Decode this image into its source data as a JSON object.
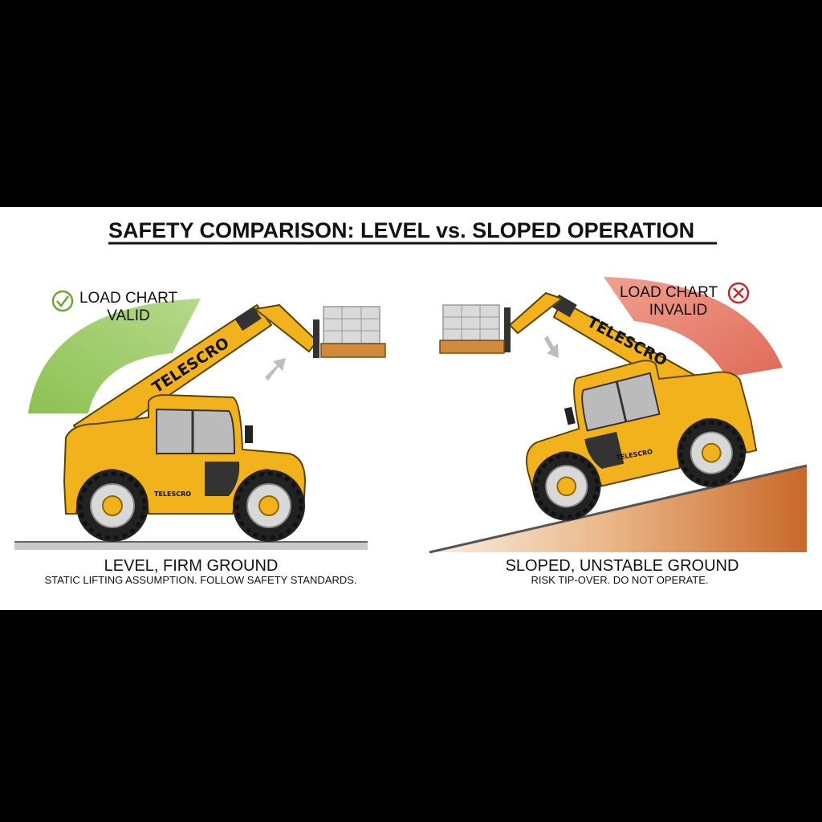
{
  "title": "SAFETY COMPARISON: LEVEL vs. SLOPED OPERATION",
  "left": {
    "status_line1": "LOAD CHART",
    "status_line2": "VALID",
    "status_icon": "check-circle-icon",
    "status_color": "#7cb342",
    "brand_boom": "TELESCRO",
    "brand_body": "TELESCRO",
    "caption": "LEVEL, FIRM GROUND",
    "subcaption": "STATIC LIFTING ASSUMPTION. FOLLOW SAFETY STANDARDS."
  },
  "right": {
    "status_line1": "LOAD CHART",
    "status_line2": "INVALID",
    "status_icon": "x-circle-icon",
    "status_color": "#e57361",
    "brand_boom": "TELESCRO",
    "brand_body": "TELESCRO",
    "caption": "SLOPED, UNSTABLE GROUND",
    "subcaption": "RISK TIP-OVER. DO NOT OPERATE."
  },
  "colors": {
    "machine": "#f2b21c",
    "slope": "#c8682a",
    "ground": "#c8c8c8"
  }
}
